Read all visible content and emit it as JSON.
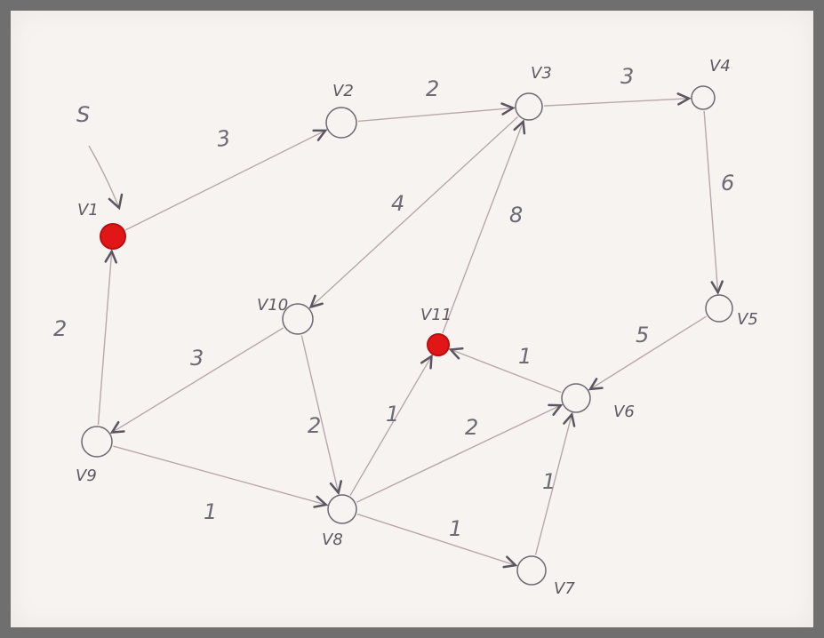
{
  "graph": {
    "source_label": "S",
    "nodes": [
      {
        "id": "v1",
        "label": "V1",
        "highlight": true
      },
      {
        "id": "v2",
        "label": "V2",
        "highlight": false
      },
      {
        "id": "v3",
        "label": "V3",
        "highlight": false
      },
      {
        "id": "v4",
        "label": "V4",
        "highlight": false
      },
      {
        "id": "v5",
        "label": "V5",
        "highlight": false
      },
      {
        "id": "v6",
        "label": "V6",
        "highlight": false
      },
      {
        "id": "v7",
        "label": "V7",
        "highlight": false
      },
      {
        "id": "v8",
        "label": "V8",
        "highlight": false
      },
      {
        "id": "v9",
        "label": "V9",
        "highlight": false
      },
      {
        "id": "v10",
        "label": "V10",
        "highlight": false
      },
      {
        "id": "v11",
        "label": "V11",
        "highlight": true
      }
    ],
    "edges": [
      {
        "from": "v1",
        "to": "v2",
        "weight": "3"
      },
      {
        "from": "v2",
        "to": "v3",
        "weight": "2"
      },
      {
        "from": "v3",
        "to": "v4",
        "weight": "3"
      },
      {
        "from": "v4",
        "to": "v5",
        "weight": "6"
      },
      {
        "from": "v3",
        "to": "v10",
        "weight": "4"
      },
      {
        "from": "v11",
        "to": "v3",
        "weight": "8"
      },
      {
        "from": "v5",
        "to": "v6",
        "weight": "5"
      },
      {
        "from": "v6",
        "to": "v11",
        "weight": "1"
      },
      {
        "from": "v9",
        "to": "v1",
        "weight": "2"
      },
      {
        "from": "v10",
        "to": "v9",
        "weight": "3"
      },
      {
        "from": "v10",
        "to": "v8",
        "weight": "2"
      },
      {
        "from": "v8",
        "to": "v11",
        "weight": "1"
      },
      {
        "from": "v8",
        "to": "v6",
        "weight": "2"
      },
      {
        "from": "v9",
        "to": "v8",
        "weight": "1"
      },
      {
        "from": "v8",
        "to": "v7",
        "weight": "1"
      },
      {
        "from": "v7",
        "to": "v6",
        "weight": "1"
      }
    ]
  }
}
